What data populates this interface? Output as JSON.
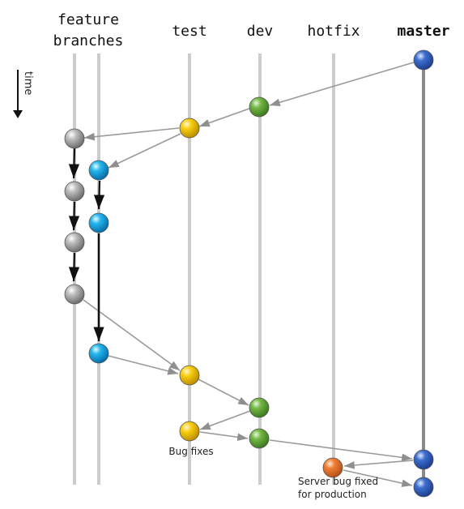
{
  "lanes": {
    "feature_line1": "feature",
    "feature_line2": "branches",
    "test": "test",
    "dev": "dev",
    "hotfix": "hotfix",
    "master": "master"
  },
  "time_label": "time",
  "annotations": {
    "bug_fixes": "Bug fixes",
    "server_line1": "Server bug fixed",
    "server_line2": "for production"
  },
  "colors": {
    "lane_line": "#cccccc",
    "master_line": "#8a8a8a",
    "merge_arrow": "#9a9a9a",
    "commit_arrow": "#111111",
    "feature_a": "#9a9a9a",
    "feature_b": "#1aa6e0",
    "test": "#f2c200",
    "dev": "#6aab3a",
    "hotfix": "#ee7a2a",
    "master": "#2f5fbf"
  },
  "icons": {
    "time_arrow": "arrow-down-icon"
  }
}
